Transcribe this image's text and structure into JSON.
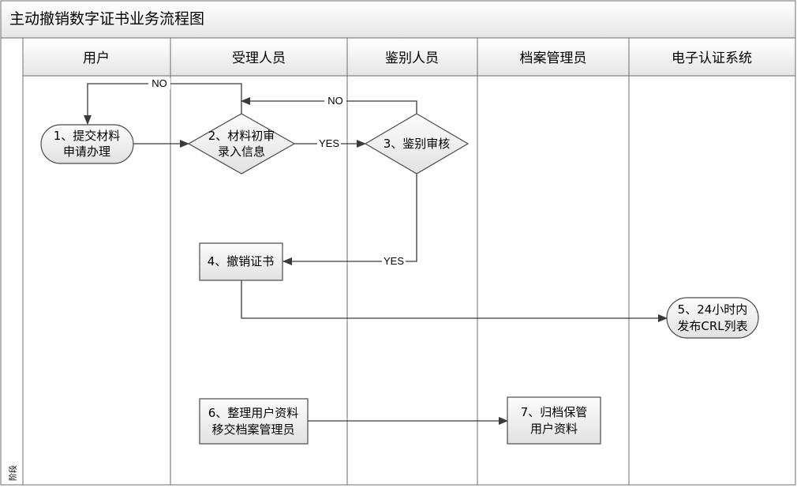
{
  "title": "主动撤销数字证书业务流程图",
  "stage_label": "阶段",
  "lanes": [
    "用户",
    "受理人员",
    "鉴别人员",
    "档案管理员",
    "电子认证系统"
  ],
  "nodes": {
    "n1": [
      "1、提交材料",
      "申请办理"
    ],
    "n2": [
      "2、材料初审",
      "录入信息"
    ],
    "n3": [
      "3、鉴别审核"
    ],
    "n4": [
      "4、撤销证书"
    ],
    "n5": [
      "5、24小时内",
      "发布CRL列表"
    ],
    "n6": [
      "6、整理用户资料",
      "移交档案管理员"
    ],
    "n7": [
      "7、归档保管",
      "用户资料"
    ]
  },
  "edge_labels": {
    "n2_no": "NO",
    "n3_no": "NO",
    "n2_yes": "YES",
    "n3_yes": "YES"
  }
}
